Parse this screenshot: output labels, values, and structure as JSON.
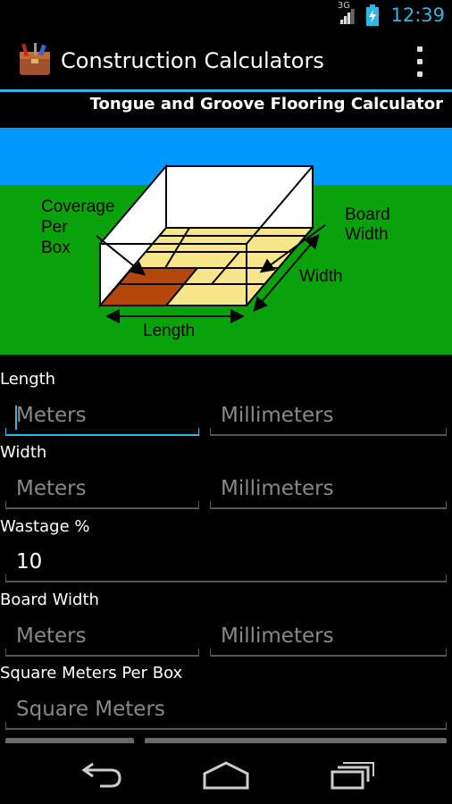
{
  "status_bar": {
    "network_type": "3G",
    "time": "12:39"
  },
  "app": {
    "title": "Construction Calculators"
  },
  "calculator": {
    "title": "Tongue and Groove Flooring Calculator"
  },
  "diagram": {
    "labels": {
      "coverage_line1": "Coverage",
      "coverage_line2": "Per",
      "coverage_line3": "Box",
      "board_width_line1": "Board",
      "board_width_line2": "Width",
      "width": "Width",
      "length": "Length"
    },
    "colors": {
      "sky": "#0099ff",
      "grass": "#0aa20a",
      "board": "#f9e58a",
      "coverage_board": "#b5470a"
    }
  },
  "form": {
    "length": {
      "label": "Length",
      "meters_placeholder": "Meters",
      "millimeters_placeholder": "Millimeters"
    },
    "width": {
      "label": "Width",
      "meters_placeholder": "Meters",
      "millimeters_placeholder": "Millimeters"
    },
    "wastage": {
      "label": "Wastage %",
      "value": "10"
    },
    "board_width": {
      "label": "Board Width",
      "meters_placeholder": "Meters",
      "millimeters_placeholder": "Millimeters"
    },
    "sqm_per_box": {
      "label": "Square Meters Per Box",
      "placeholder": "Square Meters"
    }
  },
  "theme": {
    "accent": "#33b5e5",
    "background": "#000000",
    "hint_text": "#888888"
  }
}
